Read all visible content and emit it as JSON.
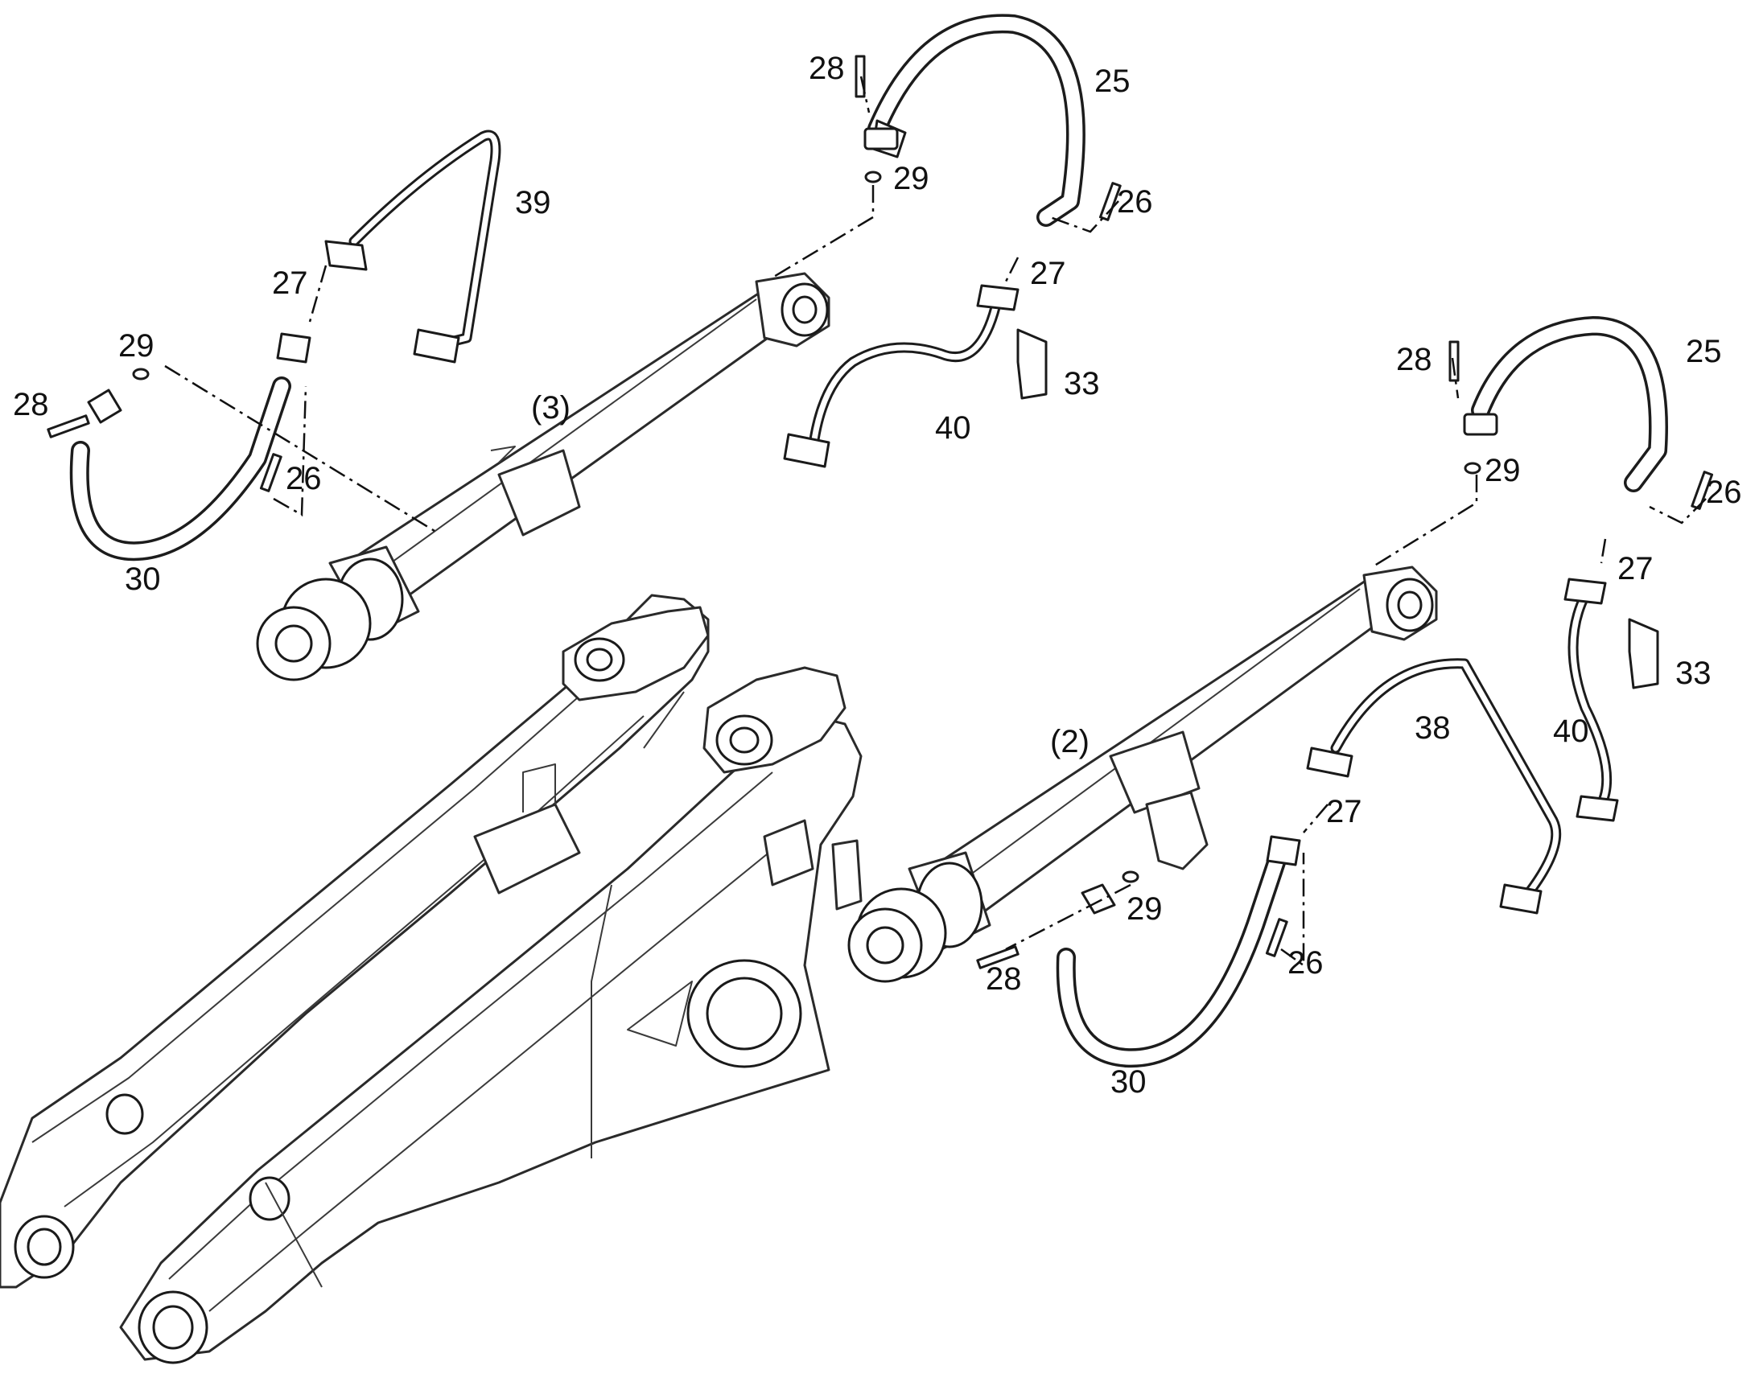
{
  "diagram": {
    "callouts_left_cylinder_group": {
      "c39": "39",
      "c27": "27",
      "c29": "29",
      "c28": "28",
      "c26": "26",
      "c30": "30",
      "c3": "(3)"
    },
    "callouts_top_center_group": {
      "c28": "28",
      "c25": "25",
      "c29": "29",
      "c26": "26",
      "c27": "27",
      "c33": "33",
      "c40": "40"
    },
    "callouts_right_group": {
      "c28": "28",
      "c25": "25",
      "c29": "29",
      "c26": "26",
      "c27": "27",
      "c33": "33",
      "c40": "40"
    },
    "callouts_lower_right_cylinder_group": {
      "c2": "(2)",
      "c38": "38",
      "c27": "27",
      "c29": "29",
      "c28": "28",
      "c26": "26",
      "c30": "30"
    }
  },
  "colors": {
    "line": "#2a2a2a",
    "background": "#ffffff",
    "text": "#111111"
  }
}
